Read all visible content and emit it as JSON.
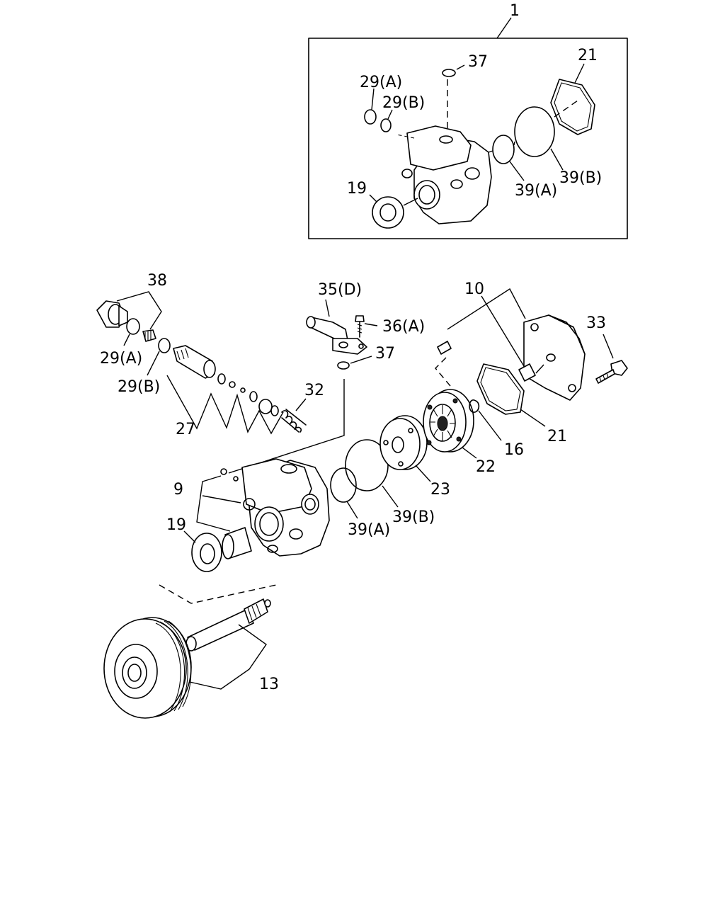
{
  "labels": {
    "l1": "1",
    "inset_37": "37",
    "inset_21": "21",
    "inset_29a": "29(A)",
    "inset_29b": "29(B)",
    "inset_39a": "39(A)",
    "inset_39b": "39(B)",
    "inset_19": "19",
    "l38": "38",
    "l29a": "29(A)",
    "l29b": "29(B)",
    "l27": "27",
    "l32": "32",
    "l35d": "35(D)",
    "l36a": "36(A)",
    "l37": "37",
    "l10": "10",
    "l33": "33",
    "l21": "21",
    "l16": "16",
    "l22": "22",
    "l23": "23",
    "l39b": "39(B)",
    "l39a": "39(A)",
    "l9": "9",
    "l19": "19",
    "l13": "13"
  }
}
